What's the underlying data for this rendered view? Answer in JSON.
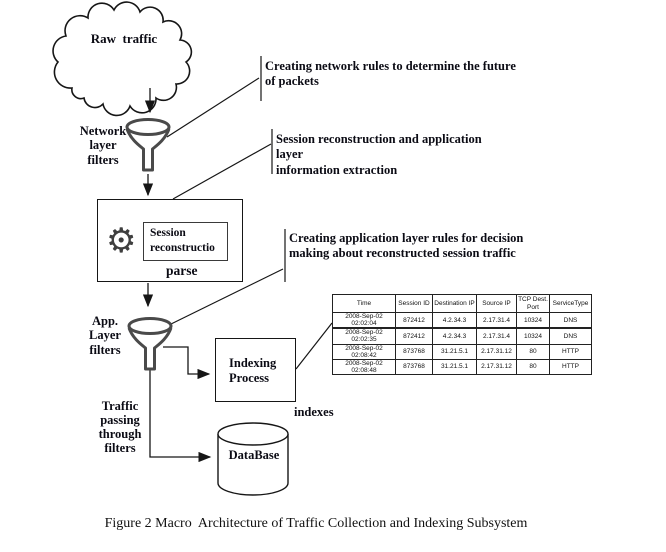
{
  "labels": {
    "cloud": "Raw  traffic",
    "network_filters": "Network\nlayer\nfilters",
    "session_box": "Session\nreconstructio",
    "parse": "parse",
    "app_filters": "App.\nLayer\nfilters",
    "indexing": "Indexing\nProcess",
    "traffic_passing": "Traffic\npassing\nthrough\nfilters",
    "indexes": "indexes",
    "database": "DataBase"
  },
  "annotations": {
    "network_rules": "Creating network rules to determine the future\nof packets",
    "session_extraction": "Session reconstruction and application layer\ninformation extraction",
    "app_rules": "Creating application layer rules for decision\nmaking about reconstructed session traffic"
  },
  "table": {
    "headers": [
      "Time",
      "Session ID",
      "Destination IP",
      "Source IP",
      "TCP Dest.\nPort",
      "ServiceType"
    ],
    "rows": [
      [
        "2008-Sep-02 02:02:04",
        "872412",
        "4.2.34.3",
        "2.17.31.4",
        "10324",
        "DNS"
      ],
      [
        "2008-Sep-02 02:02:35",
        "872412",
        "4.2.34.3",
        "2.17.31.4",
        "10324",
        "DNS"
      ],
      [
        "2008-Sep-02 02:08:42",
        "873768",
        "31.21.5.1",
        "2.17.31.12",
        "80",
        "HTTP"
      ],
      [
        "2008-Sep-02 02:08:48",
        "873768",
        "31.21.5.1",
        "2.17.31.12",
        "80",
        "HTTP"
      ]
    ]
  },
  "caption": {
    "text": "Figure 2 Macro  Architecture of Traffic Collection and Indexing Subsystem"
  },
  "icons": {
    "gear_glyph": "⚙"
  },
  "colors": {
    "line": "#161616",
    "funnel": "#4a4a4a",
    "text": "#0b0b14",
    "background": "#ffffff"
  }
}
